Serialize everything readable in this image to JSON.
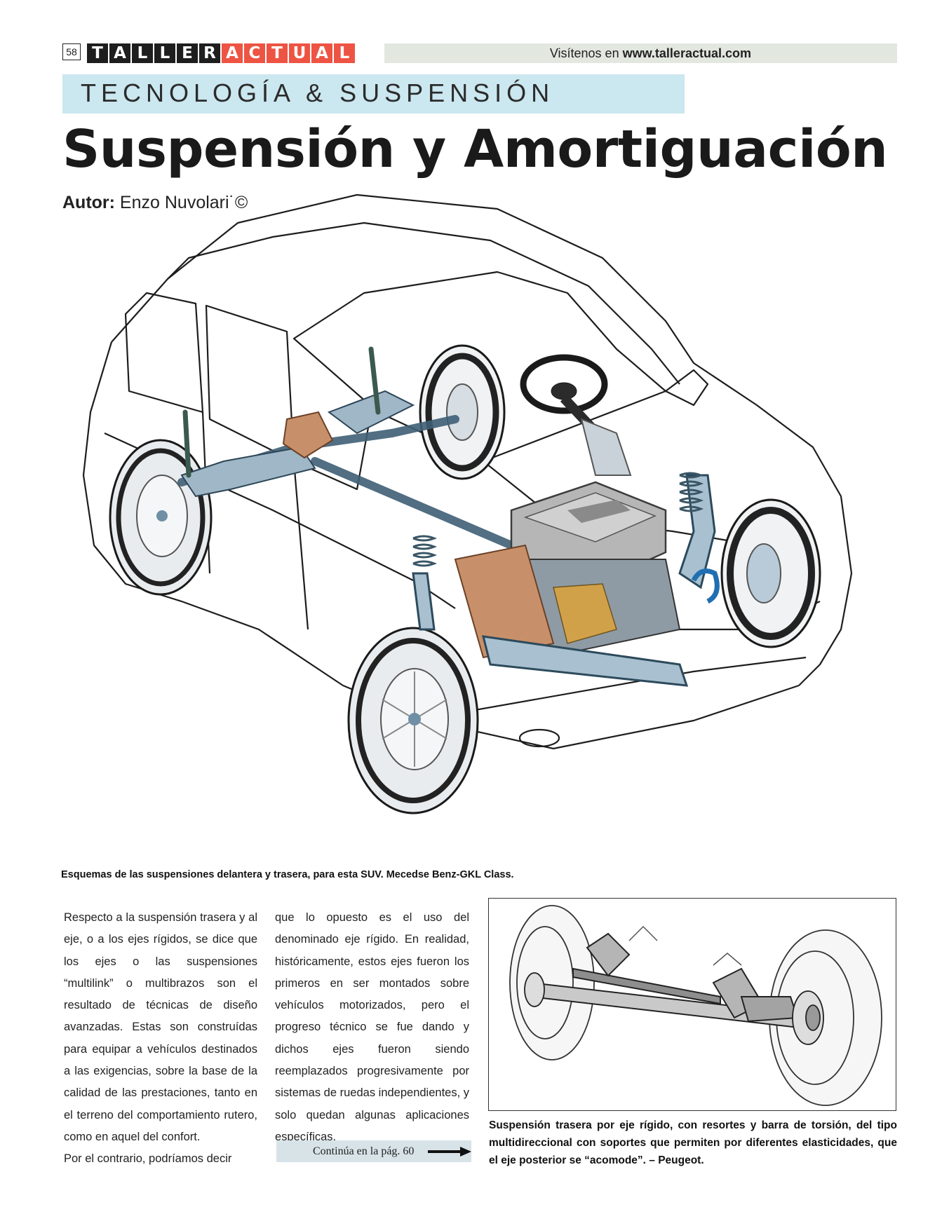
{
  "header": {
    "page_number": "58",
    "logo_letters_dark": [
      "T",
      "A",
      "L",
      "L",
      "E",
      "R"
    ],
    "logo_letters_red": [
      "A",
      "C",
      "T",
      "U",
      "A",
      "L"
    ],
    "visit_prefix": "Visítenos en ",
    "visit_url": "www.talleractual.com"
  },
  "article": {
    "kicker": "TECNOLOGÍA & SUSPENSIÓN",
    "title": "Suspensión y Amortiguación",
    "author_label": "Autor:",
    "author_name": " Enzo Nuvolari",
    "author_mark": "˙©"
  },
  "figures": {
    "main_caption": "Esquemas de las suspensiones delantera y trasera, para esta SUV.  Mecedse Benz-GKL Class.",
    "rear_caption": "Suspensión trasera por eje rígido, con resortes y barra de torsión, del tipo multidireccional con soportes que permiten por diferentes elasticidades, que el eje posterior se “acomode”. – Peugeot."
  },
  "body": {
    "col1_p1": "Respecto a la suspensión trasera y al eje, o a los ejes rígidos, se dice que los ejes o las suspensiones “multilink” o multibrazos son el resultado de técnicas de diseño avanzadas. Estas son construídas para equipar a vehículos destinados a las exigencias, sobre la base de la calidad de las prestaciones, tanto en el terreno del comportamiento rutero, como en aquel del confort.",
    "col1_p2": "Por el contrario, podríamos decir",
    "col2_p1": "que lo opuesto es el uso del denominado eje rígido. En realidad, históricamente, estos ejes fueron los primeros en ser montados sobre vehículos motorizados, pero el progreso técnico se fue dando y dichos ejes fueron siendo reemplazados progresivamente por sistemas de ruedas independientes, y solo quedan algunas aplicaciones específicas.",
    "continue_text": "Continúa en la pág.  60"
  },
  "colors": {
    "logo_red": "#ee5443",
    "logo_dark": "#1e1e1e",
    "kicker_bg": "#cbe7ef",
    "visit_bg": "#e2e7df"
  }
}
